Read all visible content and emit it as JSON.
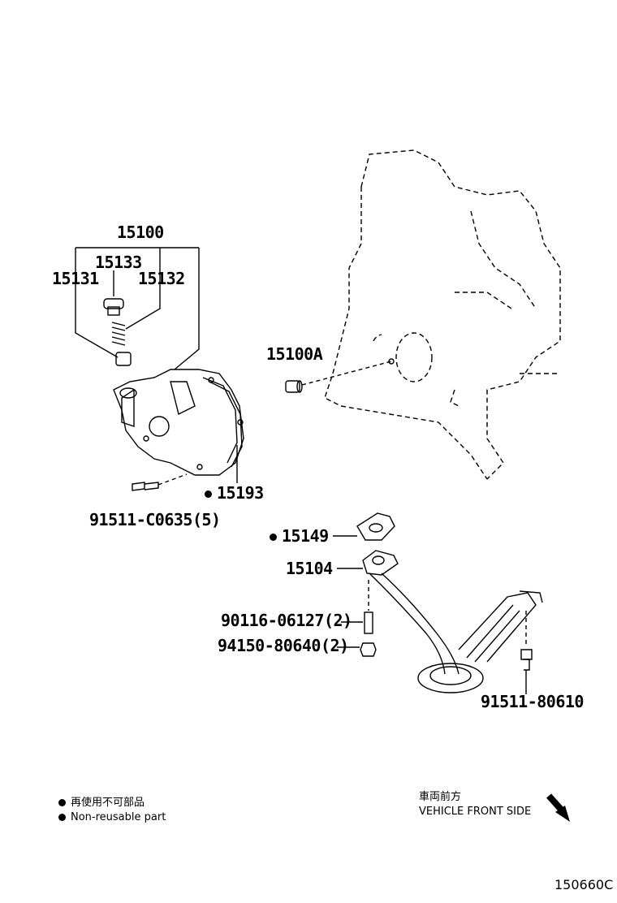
{
  "parts": {
    "p15100": "15100",
    "p15133": "15133",
    "p15131": "15131",
    "p15132": "15132",
    "p15100A": "15100A",
    "p15193": "15193",
    "p91511C0635": "91511-C0635(5)",
    "p15149": "15149",
    "p15104": "15104",
    "p9011606127": "90116-06127(2)",
    "p9415080640": "94150-80640(2)",
    "p9151180610": "91511-80610"
  },
  "legend": {
    "jp": "再使用不可部品",
    "en": "Non-reusable part"
  },
  "direction": {
    "jp": "車両前方",
    "en": "VEHICLE FRONT SIDE"
  },
  "diagram_code": "150660C"
}
